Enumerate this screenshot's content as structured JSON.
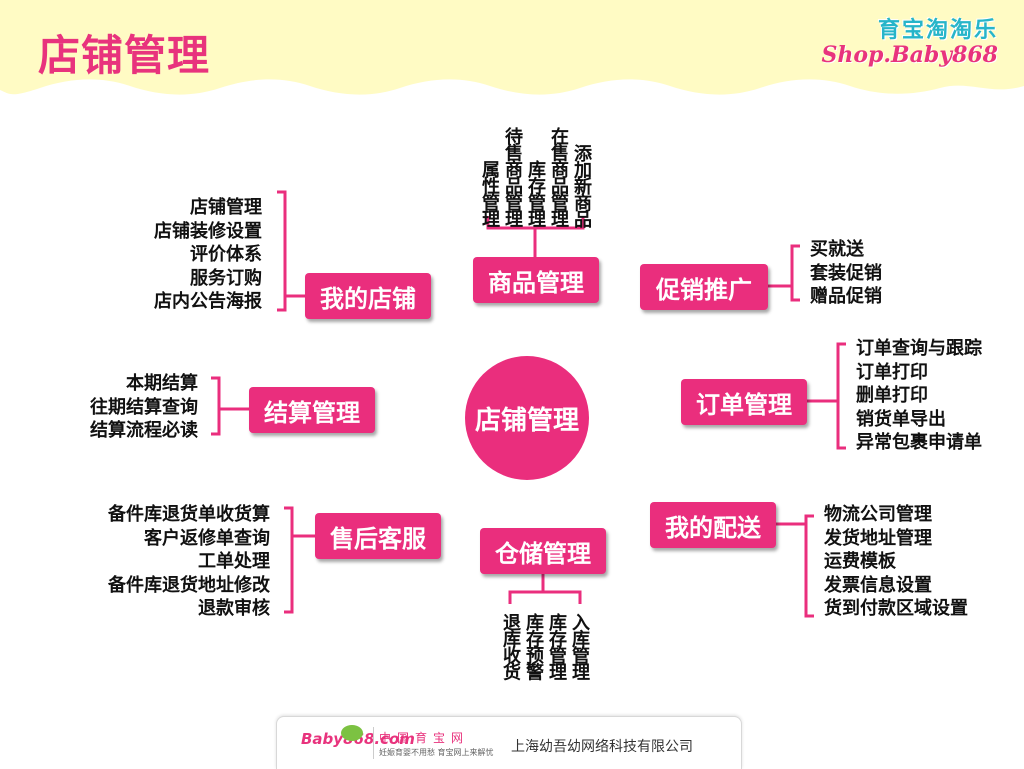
{
  "header": {
    "title": "店铺管理",
    "logo_line1": "育宝淘淘乐",
    "logo_line2": "Shop.Baby868"
  },
  "colors": {
    "accent": "#ea2e7d",
    "header_bg": "#fffbc4",
    "logo_teal": "#27b5c9"
  },
  "center": {
    "label": "店铺管理"
  },
  "categories": {
    "goods": {
      "label": "商品管理",
      "items": [
        "待售商品管理",
        "在售商品管理",
        "属性管理",
        "库存管理",
        "添加新商品"
      ]
    },
    "promo": {
      "label": "促销推广",
      "items": [
        "买就送",
        "套装促销",
        "赠品促销"
      ]
    },
    "orders": {
      "label": "订单管理",
      "items": [
        "订单查询与跟踪",
        "订单打印",
        "删单打印",
        "销货单导出",
        "异常包裹申请单"
      ]
    },
    "delivery": {
      "label": "我的配送",
      "items": [
        "物流公司管理",
        "发货地址管理",
        "运费模板",
        "发票信息设置",
        "货到付款区域设置"
      ]
    },
    "storage": {
      "label": "仓储管理",
      "items": [
        "退库收货",
        "库存预警",
        "库存管理",
        "入库管理"
      ]
    },
    "aftersale": {
      "label": "售后客服",
      "items": [
        "备件库退货单收货算",
        "客户返修单查询",
        "工单处理",
        "备件库退货地址修改",
        "退款审核"
      ]
    },
    "settle": {
      "label": "结算管理",
      "items": [
        "本期结算",
        "往期结算查询",
        "结算流程必读"
      ]
    },
    "mystore": {
      "label": "我的店铺",
      "items": [
        "店铺管理",
        "店铺装修设置",
        "评价体系",
        "服务订购",
        "店内公告海报"
      ]
    }
  },
  "footer": {
    "logo": "Baby868.com",
    "name": "中国育宝网",
    "slogan": "妊娠育婴不用愁 育宝网上来解忧",
    "company": "上海幼吾幼网络科技有限公司"
  }
}
